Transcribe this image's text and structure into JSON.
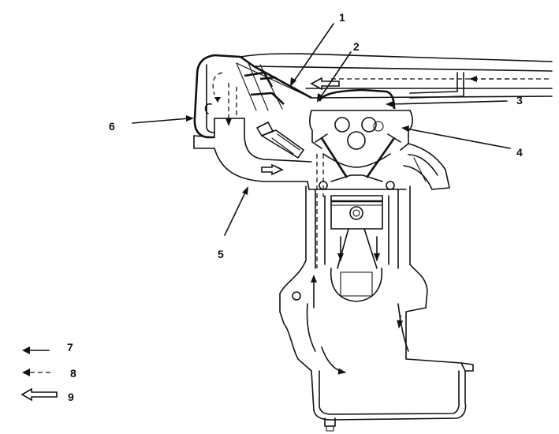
{
  "callouts": [
    {
      "id": "1",
      "label": "1"
    },
    {
      "id": "2",
      "label": "2"
    },
    {
      "id": "3",
      "label": "3"
    },
    {
      "id": "4",
      "label": "4"
    },
    {
      "id": "5",
      "label": "5"
    },
    {
      "id": "6",
      "label": "6"
    }
  ],
  "legend": [
    {
      "id": "7",
      "label": "7",
      "arrow": "solid-arrow-icon"
    },
    {
      "id": "8",
      "label": "8",
      "arrow": "dashed-arrow-icon"
    },
    {
      "id": "9",
      "label": "9",
      "arrow": "hollow-arrow-icon"
    }
  ]
}
